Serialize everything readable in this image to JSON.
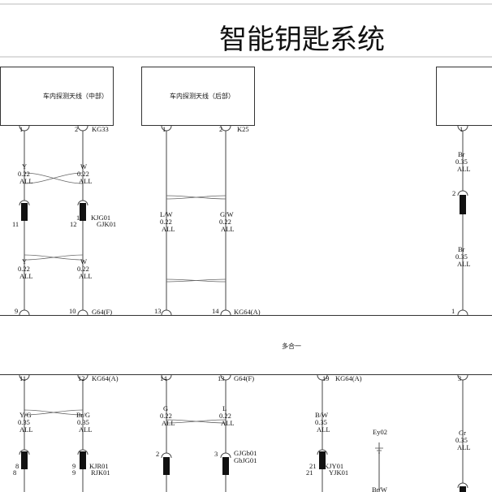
{
  "title": "智能钥匙系统",
  "modules": {
    "antenna_middle": "车内探测天线（中部）",
    "antenna_rear": "车内探测天线（后部）",
    "multi_in_one": "多合一"
  },
  "top": {
    "mid_pin1": "1",
    "mid_pin2": "2",
    "mid_conn": "KG33",
    "rear_pin1": "1",
    "rear_pin2": "2",
    "rear_conn": "K25",
    "right_pin1": "1",
    "y_color": "Y",
    "y_size": "0.22",
    "y_opt": "ALL",
    "w_color": "W",
    "w_size": "0.22",
    "w_opt": "ALL",
    "y2_color": "Y",
    "y2_size": "0.22",
    "y2_opt": "ALL",
    "w2_color": "W",
    "w2_size": "0.22",
    "w2_opt": "ALL",
    "lw_color": "L/W",
    "lw_size": "0.22",
    "lw_opt": "ALL",
    "gw_color": "G/W",
    "gw_size": "0.22",
    "gw_opt": "ALL",
    "br_color": "Br",
    "br_size": "0.35",
    "br_opt": "ALL",
    "br2_color": "Br",
    "br2_size": "0.35",
    "br2_opt": "ALL",
    "jc_pin11": "11",
    "jc_pin1": "1",
    "jc_pin12": "12",
    "jc_name1": "KJG01",
    "jc_name2": "GJK01",
    "right_jc_pin2": "2",
    "g64_pin9": "9",
    "g64_pin10": "10",
    "g64_conn": "G64(F)",
    "kg64_pin13": "13",
    "kg64_pin14": "14",
    "kg64_conn": "KG64(A)",
    "right_bottom_pin1": "1"
  },
  "bottom": {
    "pin11": "11",
    "pin12": "12",
    "conn_a": "KG64(A)",
    "pin14": "14",
    "pin13": "13",
    "conn_f": "G64(F)",
    "pin19": "19",
    "conn_a2": "KG64(A)",
    "pin3": "3",
    "yg_color": "Y/G",
    "yg_size": "0.35",
    "yg_opt": "ALL",
    "brg_color": "Br/G",
    "brg_size": "0.35",
    "brg_opt": "ALL",
    "g_color": "G",
    "g_size": "0.22",
    "g_opt": "ALL",
    "l_color": "L",
    "l_size": "0.22",
    "l_opt": "ALL",
    "bw_color": "B/W",
    "bw_size": "0.35",
    "bw_opt": "ALL",
    "gr_color": "Gr",
    "gr_size": "0.35",
    "gr_opt": "ALL",
    "ground": "Ey02",
    "brw_color": "Br/W",
    "jc8a": "8",
    "jc8b": "8",
    "jc9a": "9",
    "jc9b": "9",
    "kjr01": "KJR01",
    "rjk01": "RJK01",
    "jc2": "2",
    "jc3": "3",
    "gjgb01": "GJGb01",
    "gbjg01": "GbJG01",
    "jc21a": "21",
    "jc21b": "21",
    "kjy01": "KJY01",
    "yjk01": "YJK01"
  }
}
